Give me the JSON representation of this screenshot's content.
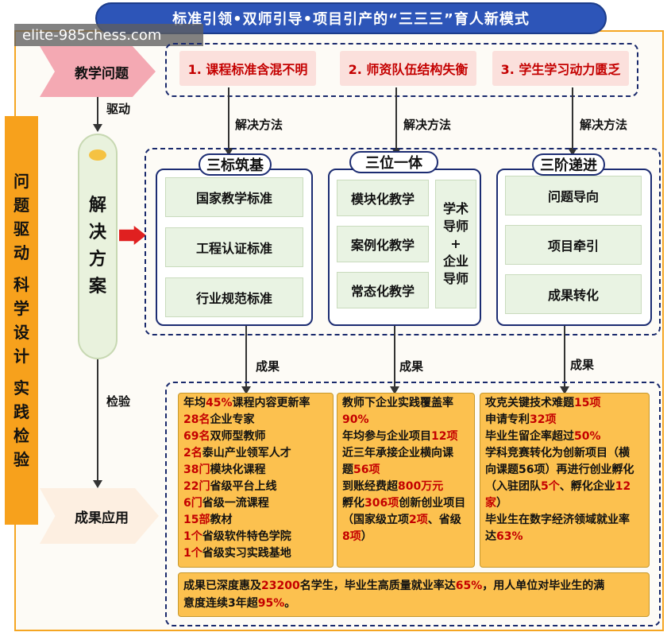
{
  "title": "标准引领•双师引导•项目引产的“三三三”育人新模式",
  "watermark": "elite-985chess.com",
  "left_bar": [
    "问",
    "题",
    "驱",
    "动",
    "",
    "科",
    "学",
    "设",
    "计",
    "",
    "实",
    "践",
    "检",
    "验"
  ],
  "stages": {
    "problem": "教学问题",
    "solution": [
      "解",
      "决",
      "方",
      "案"
    ],
    "application": "成果应用"
  },
  "edge_labels": {
    "drive": "驱动",
    "check": "检验",
    "method": "解决方法",
    "outcome": "成果"
  },
  "problems": [
    "1. 课程标准含混不明",
    "2. 师资队伍结构失衡",
    "3. 学生学习动力匮乏"
  ],
  "solutions": [
    {
      "title": "三标筑基",
      "items": [
        "国家教学标准",
        "工程认证标准",
        "行业规范标准"
      ]
    },
    {
      "title": "三位一体",
      "items": [
        "模块化教学",
        "案例化教学",
        "常态化教学"
      ],
      "side": [
        "学术",
        "导师",
        "+",
        "企业",
        "导师"
      ]
    },
    {
      "title": "三阶递进",
      "items": [
        "问题导向",
        "项目牵引",
        "成果转化"
      ]
    }
  ],
  "results": [
    [
      [
        {
          "t": "年均"
        },
        {
          "t": "45%",
          "r": 1
        },
        {
          "t": "课程内容更新率"
        }
      ],
      [
        {
          "t": "28名",
          "r": 1
        },
        {
          "t": "企业专家"
        }
      ],
      [
        {
          "t": "69名",
          "r": 1
        },
        {
          "t": "双师型教师"
        }
      ],
      [
        {
          "t": "2名",
          "r": 1
        },
        {
          "t": "泰山产业领军人才"
        }
      ],
      [
        {
          "t": "38门",
          "r": 1
        },
        {
          "t": "模块化课程"
        }
      ],
      [
        {
          "t": "22门",
          "r": 1
        },
        {
          "t": "省级平台上线"
        }
      ],
      [
        {
          "t": "6门",
          "r": 1
        },
        {
          "t": "省级一流课程"
        }
      ],
      [
        {
          "t": "15部",
          "r": 1
        },
        {
          "t": "教材"
        }
      ],
      [
        {
          "t": "1个",
          "r": 1
        },
        {
          "t": "省级软件特色学院"
        }
      ],
      [
        {
          "t": "1个",
          "r": 1
        },
        {
          "t": "省级实习实践基地"
        }
      ]
    ],
    [
      [
        {
          "t": "教师下企业实践覆盖率"
        }
      ],
      [
        {
          "t": "90%",
          "r": 1
        }
      ],
      [
        {
          "t": "年均参与企业项目"
        },
        {
          "t": "12项",
          "r": 1
        }
      ],
      [
        {
          "t": "近三年承接企业横向课"
        }
      ],
      [
        {
          "t": "题"
        },
        {
          "t": "56项",
          "r": 1
        }
      ],
      [
        {
          "t": "到账经费超"
        },
        {
          "t": "800万元",
          "r": 1
        }
      ],
      [
        {
          "t": "孵化"
        },
        {
          "t": "306项",
          "r": 1
        },
        {
          "t": "创新创业项目"
        }
      ],
      [
        {
          "t": "（国家级立项"
        },
        {
          "t": "2项",
          "r": 1
        },
        {
          "t": "、省级"
        }
      ],
      [
        {
          "t": "8项",
          "r": 1
        },
        {
          "t": "）"
        }
      ]
    ],
    [
      [
        {
          "t": "攻克关键技术难题"
        },
        {
          "t": "15项",
          "r": 1
        }
      ],
      [
        {
          "t": "申请专利"
        },
        {
          "t": "32项",
          "r": 1
        }
      ],
      [
        {
          "t": "毕业生留企率超过"
        },
        {
          "t": "50%",
          "r": 1
        }
      ],
      [
        {
          "t": "学科竞赛转化为创新项目（横"
        }
      ],
      [
        {
          "t": "向课题56项）再进行创业孵化"
        }
      ],
      [
        {
          "t": "（入驻团队"
        },
        {
          "t": "5个",
          "r": 1
        },
        {
          "t": "、孵化企业"
        },
        {
          "t": "12",
          "r": 1
        }
      ],
      [
        {
          "t": "家",
          "r": 1
        },
        {
          "t": "）"
        }
      ],
      [
        {
          "t": "毕业生在数字经济领域就业率"
        }
      ],
      [
        {
          "t": "达"
        },
        {
          "t": "63%",
          "r": 1
        }
      ]
    ]
  ],
  "summary": [
    [
      {
        "t": "成果已深度惠及"
      },
      {
        "t": "23200",
        "r": 1
      },
      {
        "t": "名学生，毕业生高质量就业率达"
      },
      {
        "t": "65%",
        "r": 1
      },
      {
        "t": "，用人单位对毕业生的满"
      }
    ],
    [
      {
        "t": "意度连续3年超"
      },
      {
        "t": "95%",
        "r": 1
      },
      {
        "t": "。"
      }
    ]
  ],
  "colors": {
    "accent_red": "#c40000",
    "title_blue": "#2d55b8",
    "orange": "#f7a11c",
    "result_gold": "#fcc14f"
  }
}
